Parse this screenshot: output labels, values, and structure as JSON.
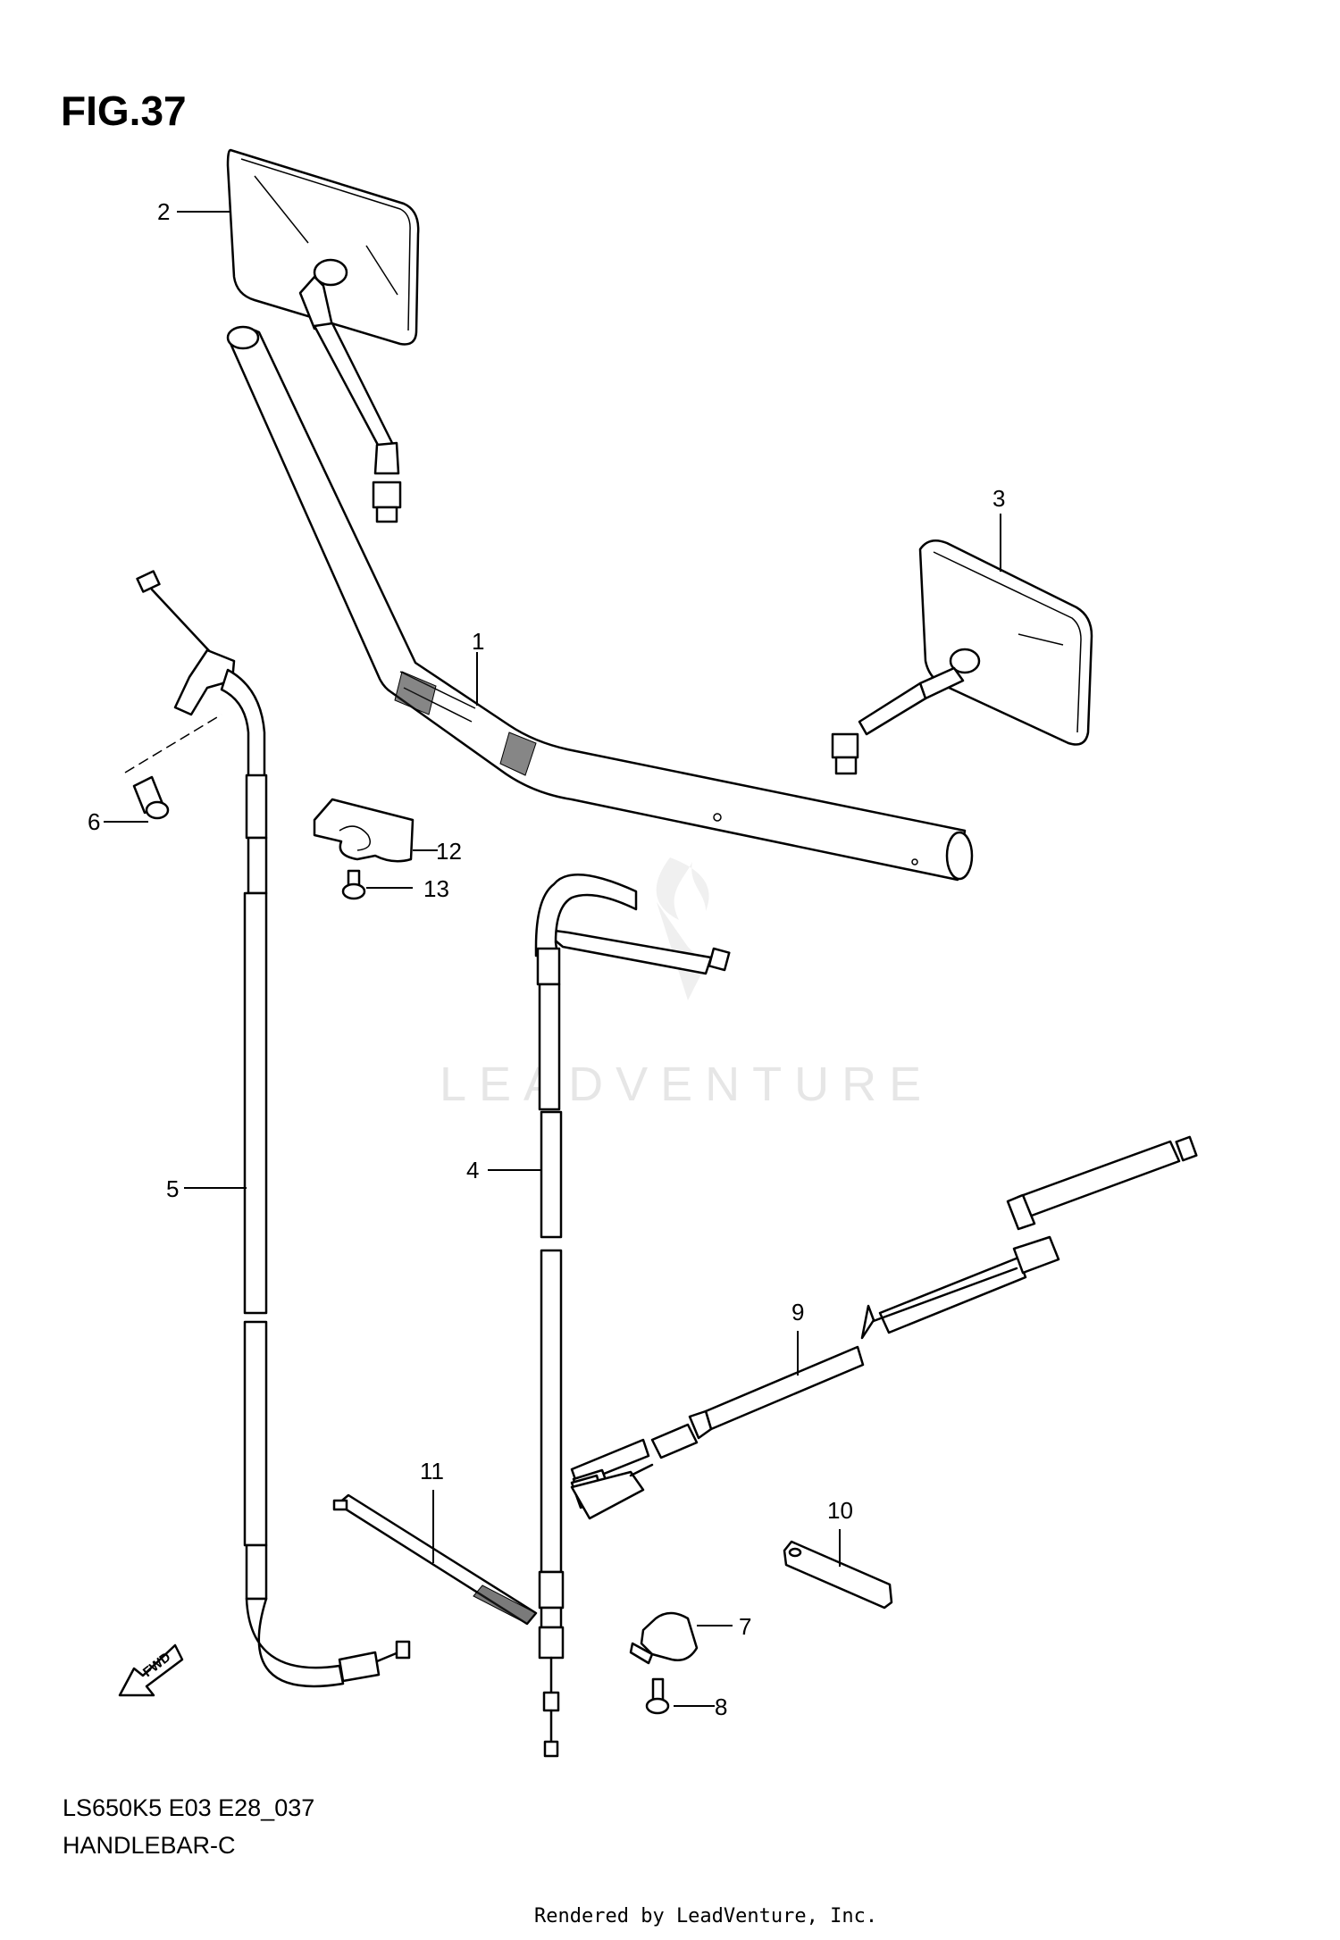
{
  "figure_title": "FIG.37",
  "watermark": "LEADVENTURE",
  "fwd_arrow_text": "FWD",
  "callouts": {
    "c1": "1",
    "c2": "2",
    "c3": "3",
    "c4": "4",
    "c5": "5",
    "c6": "6",
    "c7": "7",
    "c8": "8",
    "c9": "9",
    "c10": "10",
    "c11": "11",
    "c12": "12",
    "c13": "13"
  },
  "footer": {
    "code": "LS650K5 E03 E28_037",
    "name": "HANDLEBAR-C",
    "rendered_by": "Rendered by LeadVenture, Inc."
  }
}
